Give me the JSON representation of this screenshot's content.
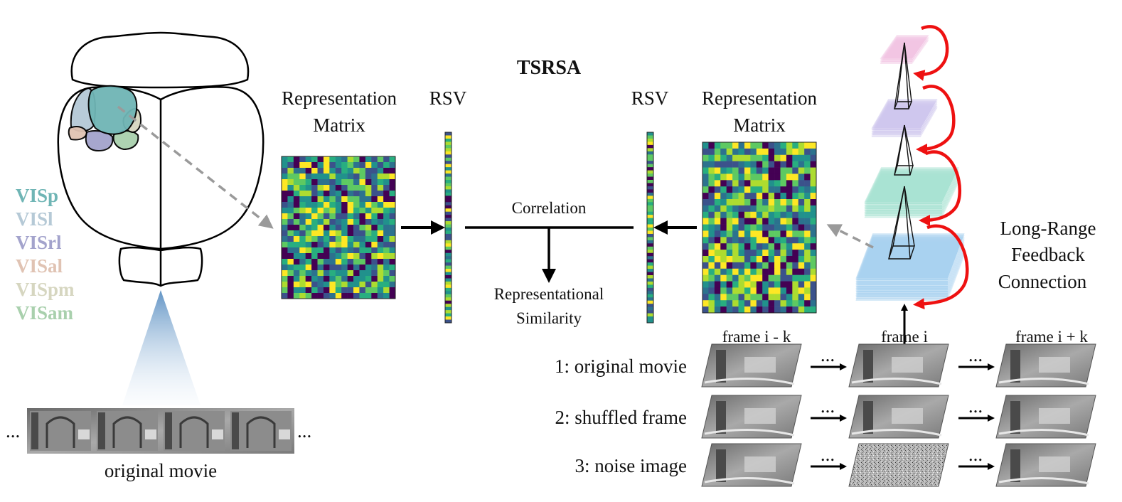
{
  "title": "TSRSA",
  "left_matrix": {
    "line1": "Representation",
    "line2": "Matrix",
    "rsv_label": "RSV"
  },
  "right_matrix": {
    "line1": "Representation",
    "line2": "Matrix",
    "rsv_label": "RSV"
  },
  "correlation_label": "Correlation",
  "result": {
    "line1": "Representational",
    "line2": "Similarity"
  },
  "brain_areas": [
    {
      "label": "VISp",
      "color": "#6fb5b5"
    },
    {
      "label": "VISl",
      "color": "#b5c9d6"
    },
    {
      "label": "VISrl",
      "color": "#a3a3cc"
    },
    {
      "label": "VISal",
      "color": "#e0c3b3"
    },
    {
      "label": "VISpm",
      "color": "#d6d6c0"
    },
    {
      "label": "VISam",
      "color": "#a9d0ad"
    }
  ],
  "movie_strip": {
    "label": "original movie",
    "ellipsis_left": "...",
    "ellipsis_right": "..."
  },
  "network": {
    "feedback_line1": "Long-Range",
    "feedback_line2": "Feedback",
    "feedback_line3": "Connection",
    "layer_colors": [
      "#f2c4e3",
      "#cfc7ee",
      "#a9e3d3",
      "#a9d2f0"
    ],
    "arrow_color": "#ee1111"
  },
  "frames": {
    "headers": [
      "frame i - k",
      "frame i",
      "frame i + k"
    ],
    "rows": [
      {
        "label": "1: original movie"
      },
      {
        "label": "2: shuffled frame"
      },
      {
        "label": "3: noise image"
      }
    ],
    "dots": "..."
  },
  "matrix_palette": [
    "#440154",
    "#3b528b",
    "#2c728e",
    "#21918c",
    "#28ae80",
    "#5ec962",
    "#addc30",
    "#fde725"
  ]
}
